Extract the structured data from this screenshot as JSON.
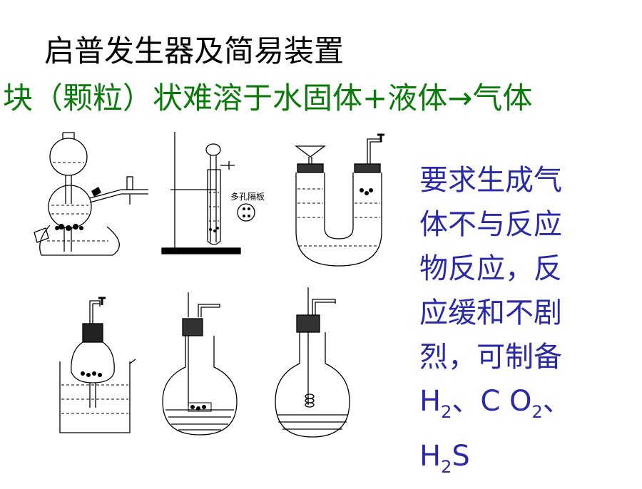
{
  "title": "启普发生器及简易装置",
  "subtitle": "块（颗粒）状难溶于水固体+液体→气体",
  "note": {
    "lines": [
      "要求生成气",
      "体不与反应",
      "物反应，反",
      "应缓和不剧",
      "烈，可制备"
    ],
    "formula_line_1": [
      {
        "text": "H",
        "sub": false
      },
      {
        "text": "2",
        "sub": true
      },
      {
        "text": "、C O",
        "sub": false
      },
      {
        "text": "2",
        "sub": true
      },
      {
        "text": "、",
        "sub": false
      }
    ],
    "formula_line_2": [
      {
        "text": "H",
        "sub": false
      },
      {
        "text": "2",
        "sub": true
      },
      {
        "text": "S",
        "sub": false
      }
    ]
  },
  "figures": {
    "porous_plate_label": "多孔隔板"
  },
  "colors": {
    "title": "#000000",
    "subtitle": "#0a7a0a",
    "note": "#2a2aa8"
  }
}
